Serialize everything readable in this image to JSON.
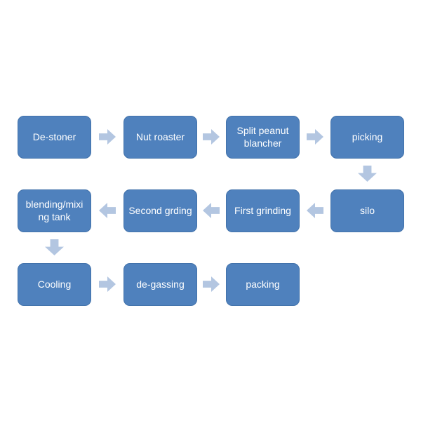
{
  "diagram": {
    "type": "flowchart",
    "background_color": "#ffffff",
    "node_fill_color": "#4f81bd",
    "node_text_color": "#ffffff",
    "arrow_color": "#b3c6e1",
    "nodes": [
      {
        "id": "de-stoner",
        "label": "De-stoner"
      },
      {
        "id": "nut-roaster",
        "label": "Nut roaster"
      },
      {
        "id": "split-peanut-blancher",
        "label": "Split peanut\nblancher"
      },
      {
        "id": "picking",
        "label": "picking"
      },
      {
        "id": "silo",
        "label": "silo"
      },
      {
        "id": "first-grinding",
        "label": "First grinding"
      },
      {
        "id": "second-grding",
        "label": "Second grding"
      },
      {
        "id": "blending-mixing-tank",
        "label": "blending/mixi\nng tank"
      },
      {
        "id": "cooling",
        "label": "Cooling"
      },
      {
        "id": "de-gassing",
        "label": "de-gassing"
      },
      {
        "id": "packing",
        "label": "packing"
      }
    ],
    "edges": [
      {
        "from": "de-stoner",
        "to": "nut-roaster",
        "direction": "right"
      },
      {
        "from": "nut-roaster",
        "to": "split-peanut-blancher",
        "direction": "right"
      },
      {
        "from": "split-peanut-blancher",
        "to": "picking",
        "direction": "right"
      },
      {
        "from": "picking",
        "to": "silo",
        "direction": "down"
      },
      {
        "from": "silo",
        "to": "first-grinding",
        "direction": "left"
      },
      {
        "from": "first-grinding",
        "to": "second-grding",
        "direction": "left"
      },
      {
        "from": "second-grding",
        "to": "blending-mixing-tank",
        "direction": "left"
      },
      {
        "from": "blending-mixing-tank",
        "to": "cooling",
        "direction": "down"
      },
      {
        "from": "cooling",
        "to": "de-gassing",
        "direction": "right"
      },
      {
        "from": "de-gassing",
        "to": "packing",
        "direction": "right"
      }
    ]
  }
}
